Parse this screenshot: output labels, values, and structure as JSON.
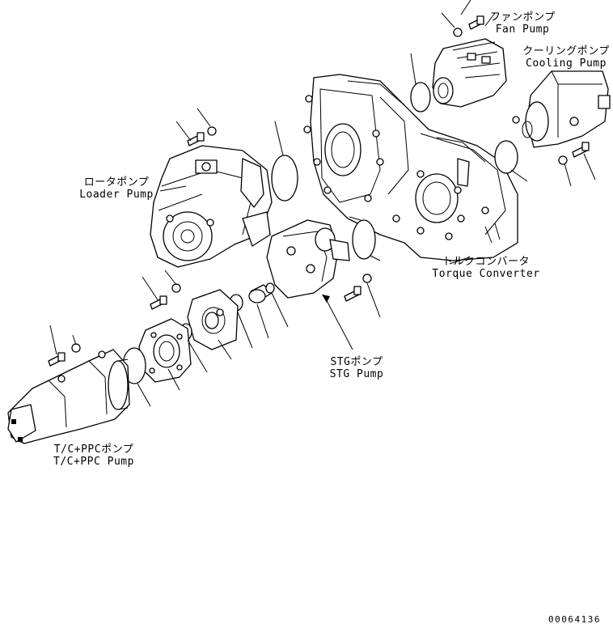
{
  "labels": {
    "fan_pump_jp": "ファンポンプ",
    "fan_pump_en": "Fan Pump",
    "cooling_pump_jp": "クーリングポンプ",
    "cooling_pump_en": "Cooling Pump",
    "loader_pump_jp": "ロータポンプ",
    "loader_pump_en": "Loader Pump",
    "torque_converter_jp": "トルクコンバータ",
    "torque_converter_en": "Torque Converter",
    "stg_pump_jp": "STGポンプ",
    "stg_pump_en": "STG Pump",
    "tc_ppc_pump_jp": "T/C+PPCポンプ",
    "tc_ppc_pump_en": "T/C+PPC Pump"
  },
  "drawing_number": "00064136"
}
